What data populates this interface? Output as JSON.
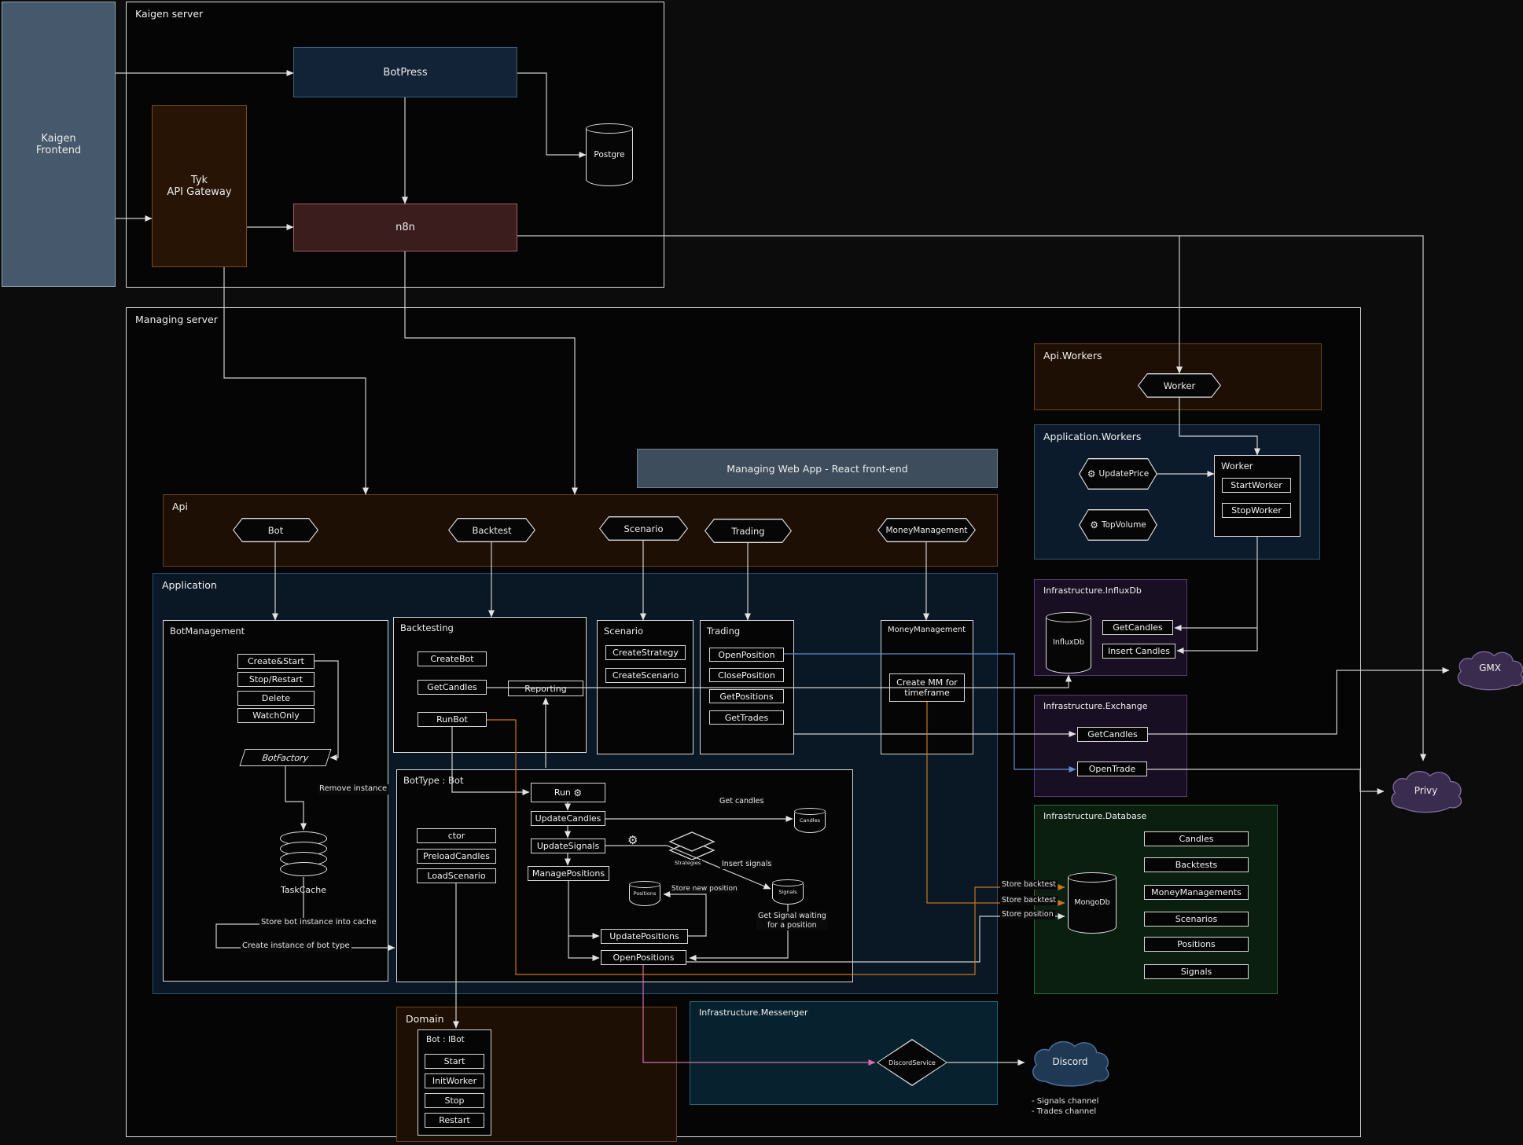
{
  "colors": {
    "frontend_fill": "#46586b",
    "botpress_fill": "#132337",
    "tyk_fill": "#271405",
    "n8n_fill": "#3b1d1d",
    "api_fill": "#1d0f03",
    "application_fill": "#0a1826",
    "webapp_fill": "#3d4d5c",
    "influx_fill": "#190f22",
    "database_fill": "#0a1f10",
    "messenger_fill": "#07222e",
    "cloud_purple": "#3a2c4e",
    "cloud_blue": "#1f3854",
    "line_orange": "#c9761b",
    "line_pink": "#d86bb0",
    "line_blue": "#5f8fd8"
  },
  "external": {
    "kaigen_frontend": "Kaigen\nFrontend",
    "gmx": "GMX",
    "privy": "Privy",
    "discord": "Discord",
    "discord_channels": "- Signals channel\n- Trades channel"
  },
  "kaigen_server": {
    "title": "Kaigen server",
    "botpress": "BotPress",
    "tyk": "Tyk\nAPI Gateway",
    "n8n": "n8n",
    "postgre": "Postgre"
  },
  "managing_server": {
    "title": "Managing server"
  },
  "api_workers": {
    "title": "Api.Workers",
    "worker": "Worker"
  },
  "app_workers": {
    "title": "Application.Workers",
    "update_price": "UpdatePrice",
    "top_volume": "TopVolume",
    "worker_title": "Worker",
    "start_worker": "StartWorker",
    "stop_worker": "StopWorker"
  },
  "web_app": {
    "title": "Managing Web App - React front-end"
  },
  "api": {
    "title": "Api",
    "endpoints": [
      "Bot",
      "Backtest",
      "Scenario",
      "Trading",
      "MoneyManagement"
    ]
  },
  "application": {
    "title": "Application"
  },
  "bot_management": {
    "title": "BotManagement",
    "actions": [
      "Create&Start",
      "Stop/Restart",
      "Delete",
      "WatchOnly"
    ],
    "bot_factory": "BotFactory",
    "task_cache": "TaskCache",
    "labels": {
      "remove_instance": "Remove instance",
      "store_cache": "Store bot instance into cache",
      "create_instance": "Create instance of bot type"
    }
  },
  "backtesting": {
    "title": "Backtesting",
    "actions": [
      "CreateBot",
      "GetCandles",
      "RunBot"
    ],
    "reporting": "Reporting"
  },
  "scenario": {
    "title": "Scenario",
    "actions": [
      "CreateStrategy",
      "CreateScenario"
    ]
  },
  "trading": {
    "title": "Trading",
    "actions": [
      "OpenPosition",
      "ClosePosition",
      "GetPositions",
      "GetTrades"
    ]
  },
  "money_management": {
    "title": "MoneyManagement",
    "action": "Create MM for\ntimeframe"
  },
  "bot_type": {
    "title": "BotType : Bot",
    "run": "Run",
    "flow": [
      "UpdateCandles",
      "UpdateSignals",
      "ManagePositions"
    ],
    "ctor": [
      "ctor",
      "PreloadCandles",
      "LoadScenario"
    ],
    "positions": [
      "UpdatePositions",
      "OpenPositions"
    ],
    "stores": {
      "positions": "Positions",
      "candles": "Candles",
      "signals": "Signals",
      "strategies": "Strategies"
    },
    "labels": {
      "get_candles": "Get candles",
      "insert_signals": "Insert signals",
      "store_new_position": "Store new position",
      "get_signal": "Get Signal waiting\nfor a position"
    }
  },
  "infra_influx": {
    "title": "Infrastructure.InfluxDb",
    "db": "InfluxDb",
    "actions": [
      "GetCandles",
      "Insert Candles"
    ]
  },
  "infra_exchange": {
    "title": "Infrastructure.Exchange",
    "actions": [
      "GetCandles",
      "OpenTrade"
    ]
  },
  "infra_database": {
    "title": "Infrastructure.Database",
    "db": "MongoDb",
    "collections": [
      "Candles",
      "Backtests",
      "MoneyManagements",
      "Scenarios",
      "Positions",
      "Signals"
    ],
    "store_labels": [
      "Store backtest",
      "Store backtest",
      "Store position"
    ]
  },
  "domain": {
    "title": "Domain",
    "bot_title": "Bot : IBot",
    "actions": [
      "Start",
      "InitWorker",
      "Stop",
      "Restart"
    ]
  },
  "infra_messenger": {
    "title": "Infrastructure.Messenger",
    "service": "DiscordService"
  }
}
